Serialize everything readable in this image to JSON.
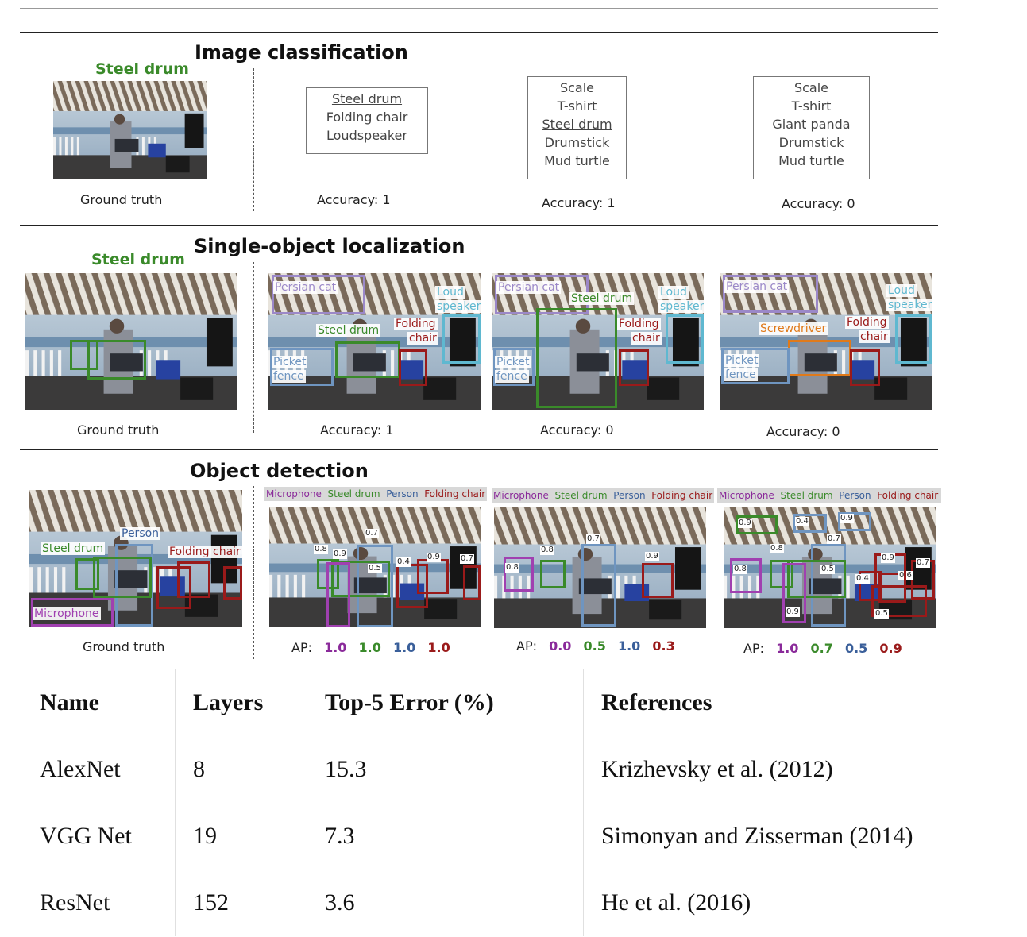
{
  "classification": {
    "title": "Image classification",
    "ground_truth_label": "Steel drum",
    "ground_truth_caption": "Ground truth",
    "predictions": [
      {
        "items": [
          "Steel drum",
          "Folding chair",
          "Loudspeaker"
        ],
        "accuracy": "Accuracy: 1"
      },
      {
        "items": [
          "Scale",
          "T-shirt",
          "Steel drum",
          "Drumstick",
          "Mud turtle"
        ],
        "accuracy": "Accuracy: 1"
      },
      {
        "items": [
          "Scale",
          "T-shirt",
          "Giant panda",
          "Drumstick",
          "Mud turtle"
        ],
        "accuracy": "Accuracy: 0"
      }
    ]
  },
  "localization": {
    "title": "Single-object localization",
    "ground_truth_label": "Steel drum",
    "ground_truth_caption": "Ground truth",
    "labels": {
      "persian_cat": "Persian cat",
      "loud": "Loud",
      "speaker": "speaker",
      "steel_drum": "Steel drum",
      "folding": "Folding",
      "chair": "chair",
      "picket": "Picket",
      "fence": "fence",
      "screwdriver": "Screwdriver"
    },
    "accuracies": [
      "Accuracy: 1",
      "Accuracy: 0",
      "Accuracy: 0"
    ]
  },
  "detection": {
    "title": "Object detection",
    "ground_truth_caption": "Ground truth",
    "gt_labels": {
      "person": "Person",
      "steel_drum": "Steel drum",
      "folding_chair": "Folding chair",
      "microphone": "Microphone"
    },
    "legend": [
      "Microphone",
      "Steel drum",
      "Person",
      "Folding chair"
    ],
    "ap_label": "AP:",
    "ap_values": [
      [
        "1.0",
        "1.0",
        "1.0",
        "1.0"
      ],
      [
        "0.0",
        "0.5",
        "1.0",
        "0.3"
      ],
      [
        "1.0",
        "0.7",
        "0.5",
        "0.9"
      ]
    ],
    "scores": {
      "p1": [
        "0.7",
        "0.8",
        "0.9",
        "0.5",
        "0.4",
        "0.9",
        "0.7"
      ],
      "p2": [
        "0.7",
        "0.8",
        "0.8",
        "0.9"
      ],
      "p3": [
        "0.9",
        "0.4",
        "0.9",
        "0.7",
        "0.8",
        "0.8",
        "0.5",
        "0.9",
        "0.7",
        "0.4",
        "0.6",
        "0.9",
        "0.5"
      ]
    }
  },
  "colors": {
    "green": "#3a8a2a",
    "purple": "#9b88c8",
    "lightblue": "#5fb8d0",
    "steelblue": "#6f95c0",
    "darkred": "#9a1a1a",
    "orange": "#e07a1a",
    "magenta": "#a040b0"
  },
  "table": {
    "headers": [
      "Name",
      "Layers",
      "Top-5 Error (%)",
      "References"
    ],
    "rows": [
      [
        "AlexNet",
        "8",
        "15.3",
        "Krizhevsky et al. (2012)"
      ],
      [
        "VGG Net",
        "19",
        "7.3",
        "Simonyan and Zisserman (2014)"
      ],
      [
        "ResNet",
        "152",
        "3.6",
        "He et al. (2016)"
      ]
    ]
  }
}
